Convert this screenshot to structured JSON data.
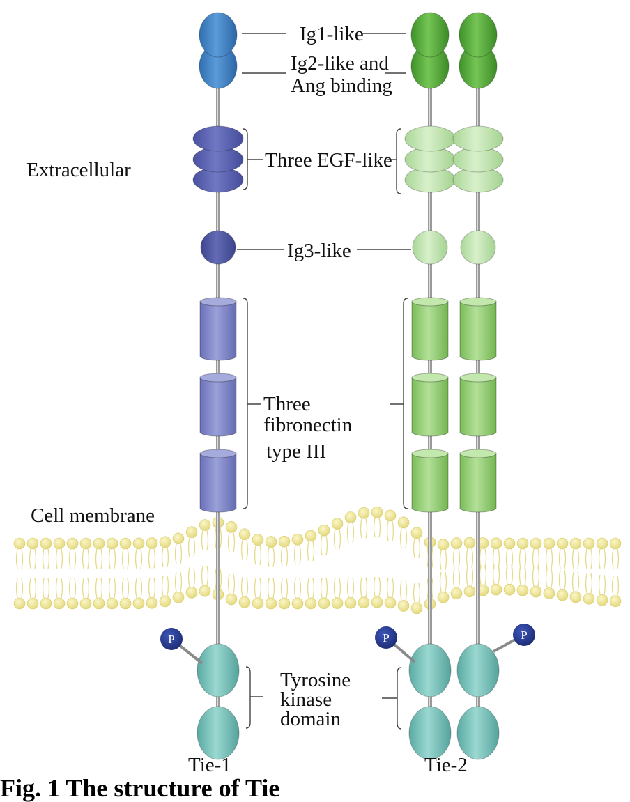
{
  "labels": {
    "ig1": "Ig1-like",
    "ig2": "Ig2-like and",
    "ig2_2": "Ang binding",
    "extracellular": "Extracellular",
    "egf": "Three EGF-like",
    "ig3": "Ig3-like",
    "fn1": "Three",
    "fn2": "fibronectin",
    "fn3": "type III",
    "membrane": "Cell membrane",
    "tk1": "Tyrosine",
    "tk2": "kinase",
    "tk3": "domain",
    "tie1": "Tie-1",
    "tie2": "Tie-2",
    "phospho": "P"
  },
  "caption": "Fig. 1 The structure of Tie",
  "colors": {
    "tie1_ig": "#3f84c6",
    "tie1_domain": "#5a63b2",
    "tie1_fn": "#7b82c8",
    "tie2_ig": "#57ae3b",
    "tie2_light": "#c2e3b0",
    "tie2_fn": "#93cc74",
    "kinase": "#7cc4bd",
    "phosphate": "#25398a",
    "membrane": "#f1e79a",
    "stalk": "#b8b8b8"
  }
}
